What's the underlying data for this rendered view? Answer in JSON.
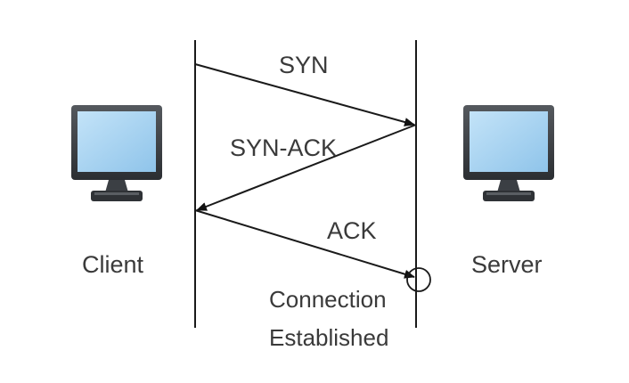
{
  "nodes": {
    "client": "Client",
    "server": "Server"
  },
  "messages": {
    "syn": "SYN",
    "syn_ack": "SYN-ACK",
    "ack": "ACK"
  },
  "note": {
    "line1": "Connection",
    "line2": "Established"
  },
  "icons": {
    "client_computer": "desktop-computer-icon",
    "server_computer": "desktop-computer-icon"
  },
  "colors": {
    "screen": "#a9d4f2",
    "monitor_frame": "#3b3f44",
    "lines": "#1a1a1a",
    "text": "#3a3a3a"
  }
}
